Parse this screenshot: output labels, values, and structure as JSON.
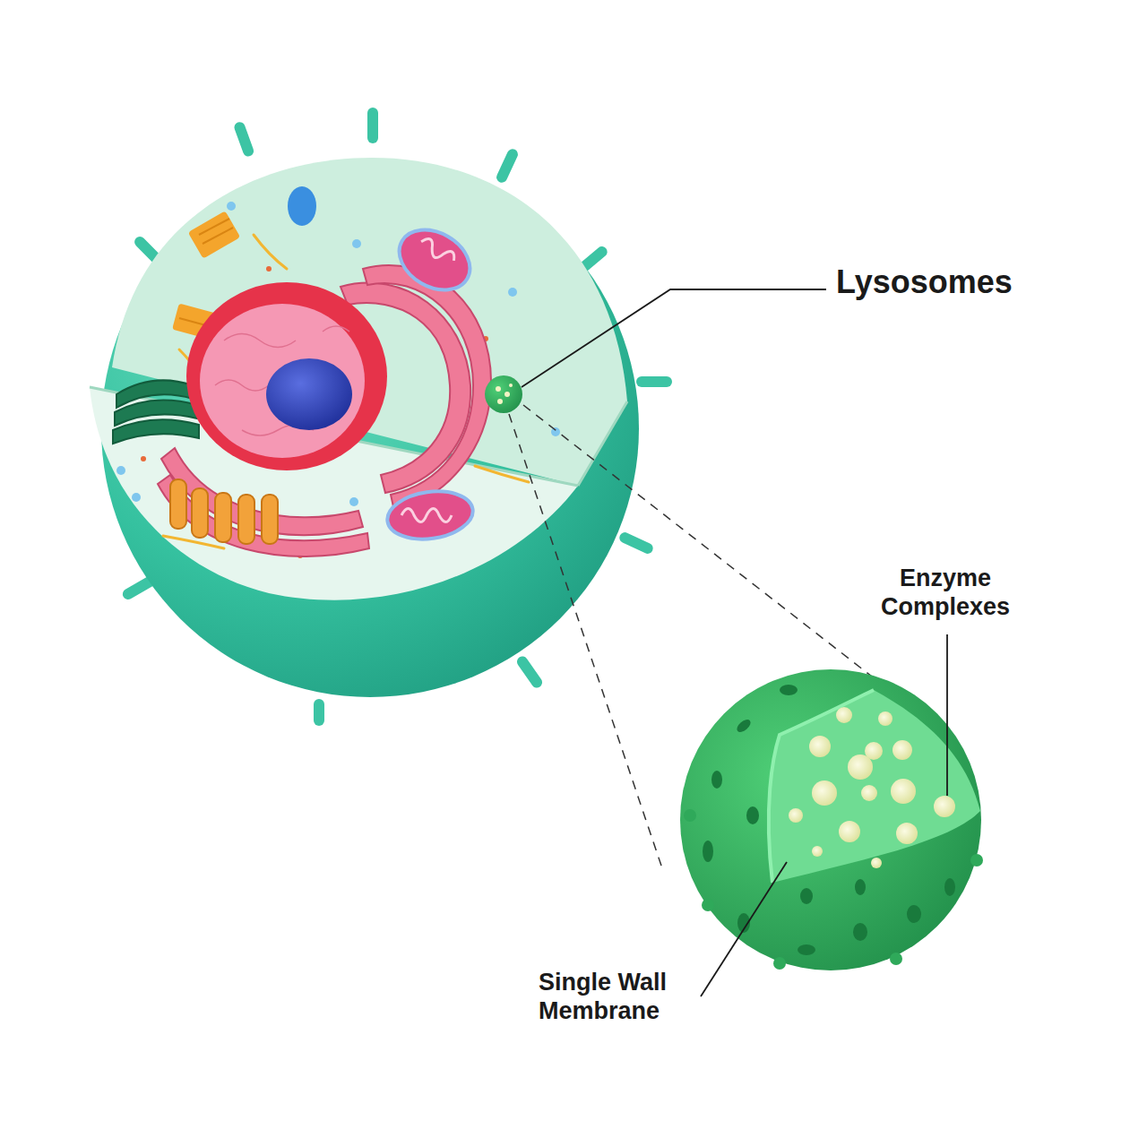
{
  "diagram": {
    "labels": [
      "Lysosomes",
      "Enzyme Complexes",
      "Single Wall Membrane"
    ]
  }
}
